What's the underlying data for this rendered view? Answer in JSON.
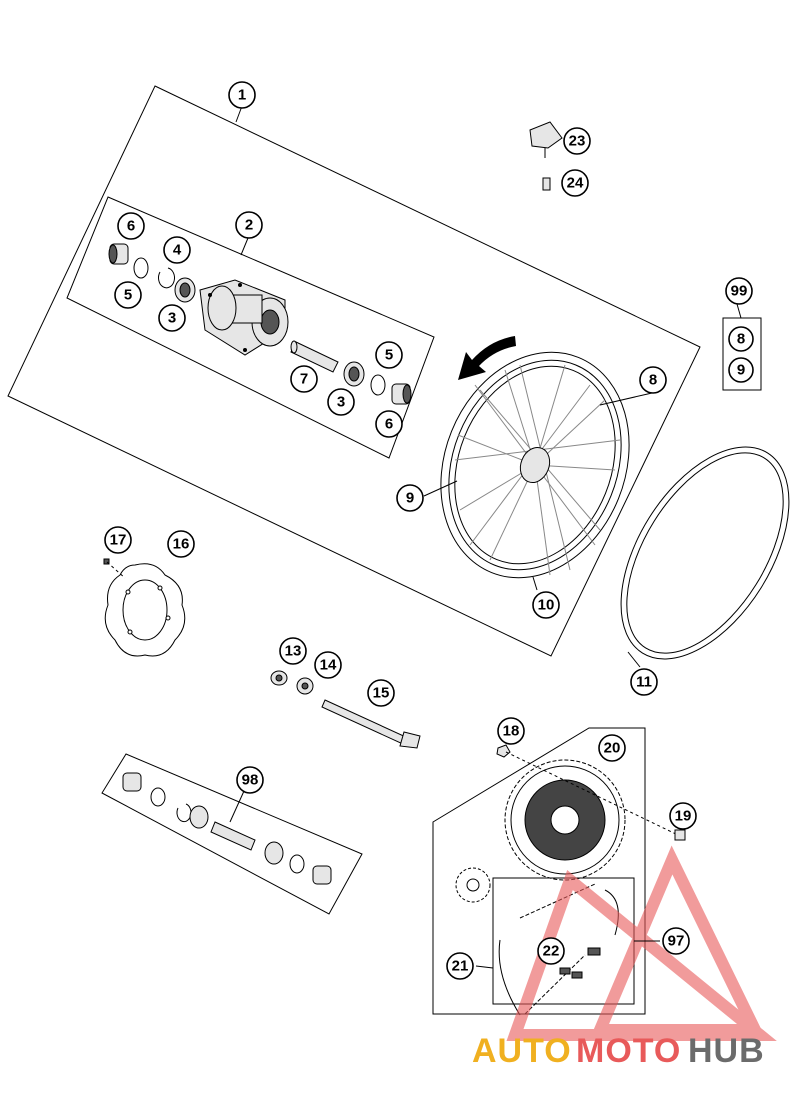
{
  "callouts": [
    {
      "label": "1"
    },
    {
      "label": "2"
    },
    {
      "label": "3"
    },
    {
      "label": "3"
    },
    {
      "label": "4"
    },
    {
      "label": "5"
    },
    {
      "label": "5"
    },
    {
      "label": "6"
    },
    {
      "label": "6"
    },
    {
      "label": "7"
    },
    {
      "label": "8"
    },
    {
      "label": "9"
    },
    {
      "label": "10"
    },
    {
      "label": "11"
    },
    {
      "label": "13"
    },
    {
      "label": "14"
    },
    {
      "label": "15"
    },
    {
      "label": "16"
    },
    {
      "label": "17"
    },
    {
      "label": "18"
    },
    {
      "label": "19"
    },
    {
      "label": "20"
    },
    {
      "label": "21"
    },
    {
      "label": "22"
    },
    {
      "label": "23"
    },
    {
      "label": "24"
    },
    {
      "label": "97"
    },
    {
      "label": "98"
    },
    {
      "label": "99"
    },
    {
      "label": "8"
    },
    {
      "label": "9"
    }
  ],
  "watermark": {
    "part1": "AUTO",
    "part2": "MOTO",
    "part3": "HUB",
    "color_orange": "#f0b020",
    "color_red": "#e85a5a",
    "color_gray": "#6b6b6b"
  }
}
